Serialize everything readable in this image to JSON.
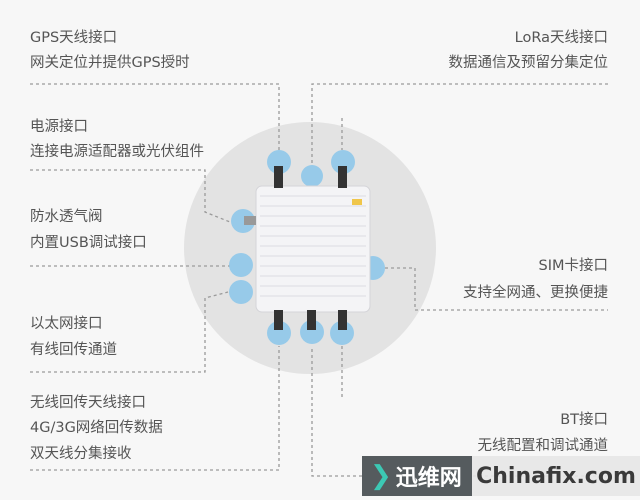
{
  "labels": {
    "gps": {
      "title": "GPS天线接口",
      "desc": "网关定位并提供GPS授时"
    },
    "lora": {
      "title": "LoRa天线接口",
      "desc": "数据通信及预留分集定位"
    },
    "power": {
      "title": "电源接口",
      "desc": "连接电源适配器或光伏组件"
    },
    "vent": {
      "title": "防水透气阀",
      "desc": "内置USB调试接口"
    },
    "sim": {
      "title": "SIM卡接口",
      "desc": "支持全网通、更换便捷"
    },
    "ethernet": {
      "title": "以太网接口",
      "desc": "有线回传通道"
    },
    "backhaul": {
      "title": "无线回传天线接口",
      "desc": "4G/3G网络回传数据",
      "desc2": "双天线分集接收"
    },
    "bt": {
      "title": "BT接口",
      "desc": "无线配置和调试通道"
    }
  },
  "watermark": {
    "cn": "迅维网",
    "en": "Chinafix.com"
  },
  "colors": {
    "accent": "#8fc8ea",
    "line": "#9a9a9a",
    "circle": "#e4e4e4"
  }
}
